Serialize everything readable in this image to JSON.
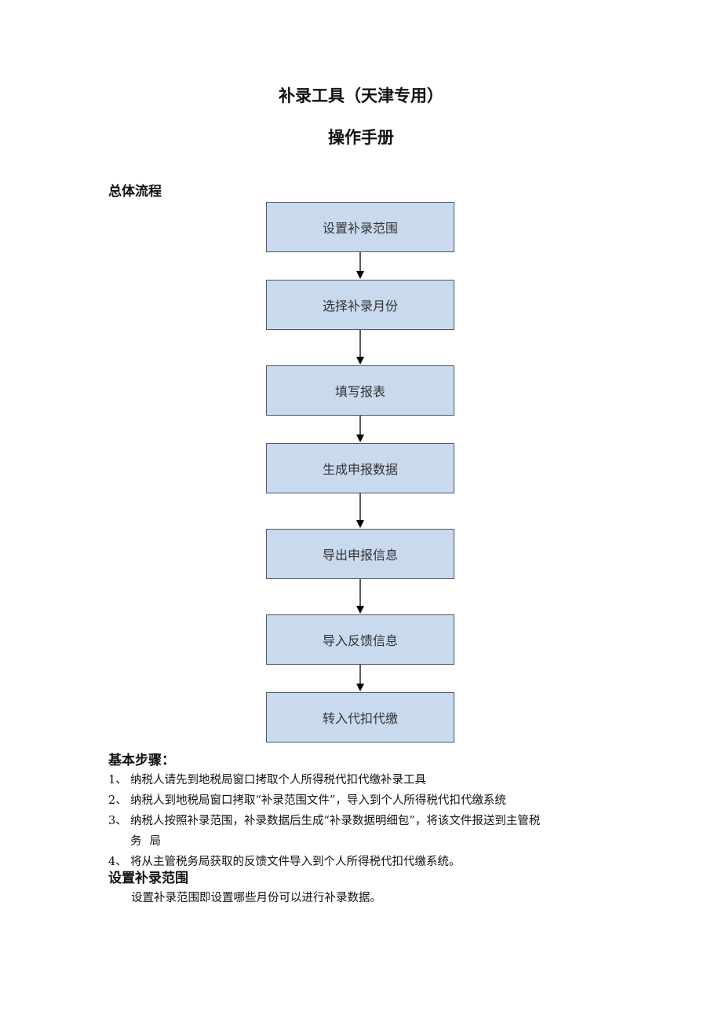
{
  "doc": {
    "title": "补录工具（天津专用）",
    "subtitle": "操作手册"
  },
  "flow": {
    "heading": "总体流程",
    "steps": [
      "设置补录范围",
      "选择补录月份",
      "填写报表",
      "生成申报数据",
      "导出申报信息",
      "导入反馈信息",
      "转入代扣代缴"
    ]
  },
  "basic": {
    "heading": "基本步骤：",
    "items": [
      {
        "num": "1、",
        "text": "纳税人请先到地税局窗口拷取个人所得税代扣代缴补录工具"
      },
      {
        "num": "2、",
        "text": "纳税人到地税局窗口拷取“补录范围文件”，导入到个人所得税代扣代缴系统"
      },
      {
        "num": "3、",
        "text": "纳税人按照补录范围，补录数据后生成“补录数据明细包”，将该文件报送到主管税",
        "cont": "务局"
      },
      {
        "num": "4、",
        "text": "将从主管税务局获取的反馈文件导入到个人所得税代扣代缴系统。"
      }
    ]
  },
  "range": {
    "heading": "设置补录范围",
    "text": "设置补录范围即设置哪些月份可以进行补录数据。"
  },
  "colors": {
    "box_fill": "#c9d9ee",
    "box_border": "#4f5866"
  }
}
